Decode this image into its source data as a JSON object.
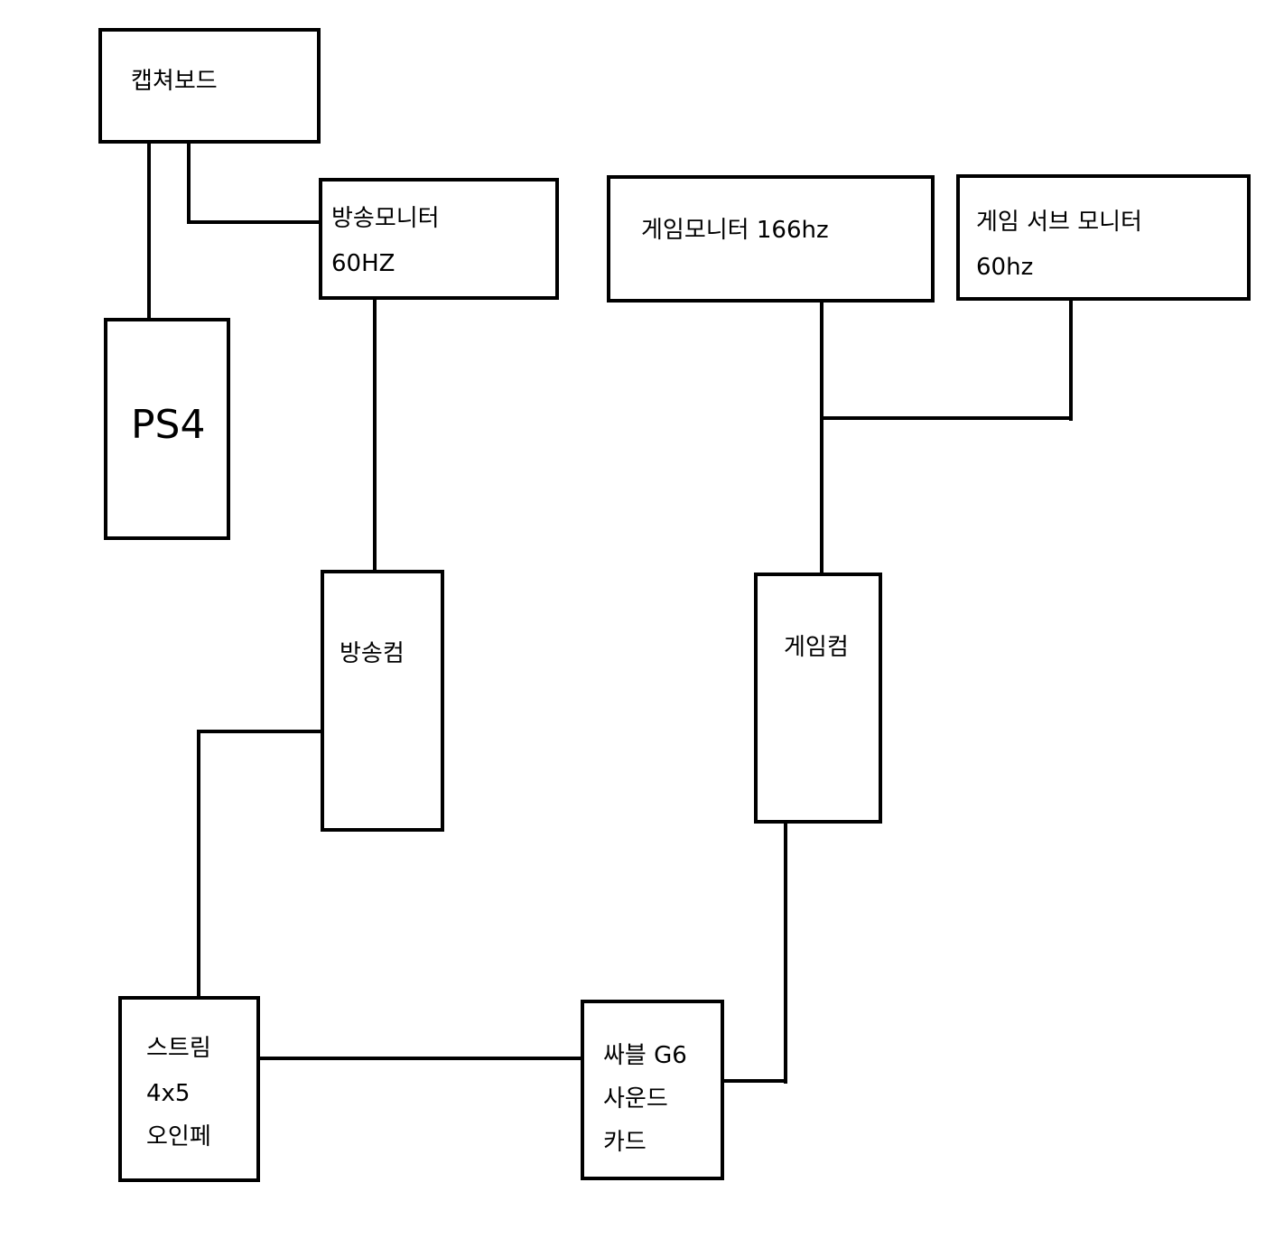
{
  "nodes": {
    "capture_board": {
      "line1": "캡쳐보드"
    },
    "ps4": {
      "line1": "PS4"
    },
    "stream_monitor": {
      "line1": "방송모니터",
      "line2": "60HZ"
    },
    "game_monitor": {
      "line1": "게임모니터 166hz"
    },
    "game_sub_monitor": {
      "line1": "게임 서브 모니터",
      "line2": "60hz"
    },
    "stream_pc": {
      "line1": "방송컴"
    },
    "game_pc": {
      "line1": "게임컴"
    },
    "stream_interface": {
      "line1": "스트림",
      "line2": "4x5",
      "line3": "오인페"
    },
    "sound_card": {
      "line1": "싸블 G6",
      "line2": "사운드",
      "line3": "카드"
    }
  },
  "style": {
    "stroke": "#000000",
    "background": "#ffffff"
  }
}
